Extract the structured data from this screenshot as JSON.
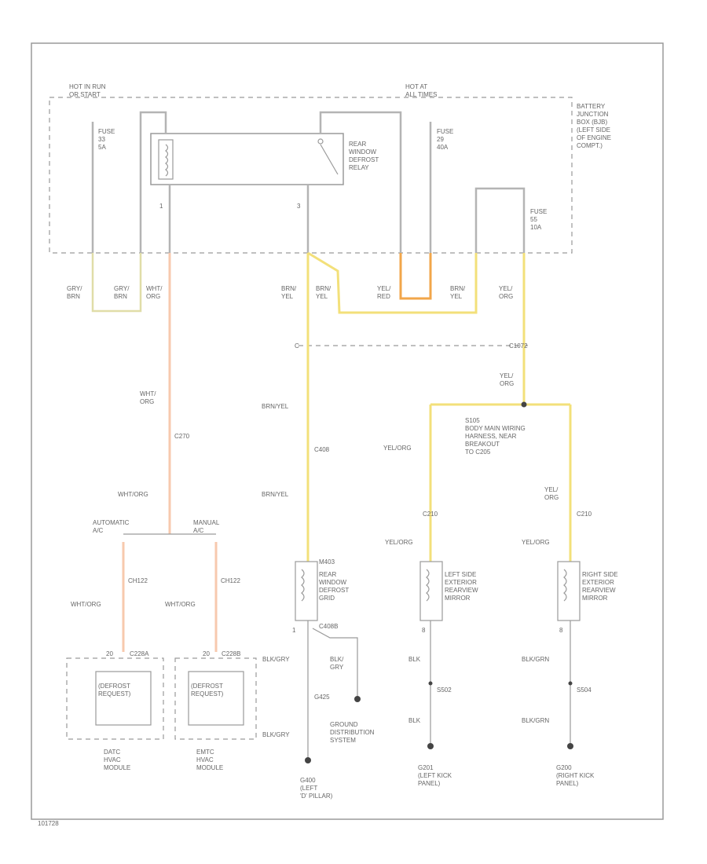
{
  "labels": {
    "hot_run_start": [
      "HOT IN RUN",
      "OR START"
    ],
    "hot_at_all_times": [
      "HOT AT",
      "ALL TIMES"
    ],
    "fuse_left": [
      "FUSE",
      "33",
      "5A"
    ],
    "fuse_mid": [
      "FUSE",
      "29",
      "40A"
    ],
    "fuse_right": [
      "FUSE",
      "55",
      "10A"
    ],
    "bjb": [
      "BATTERY",
      "JUNCTION",
      "BOX (BJB)",
      "(LEFT SIDE",
      "OF ENGINE",
      "COMPT.)"
    ],
    "relay": [
      "REAR",
      "WINDOW",
      "DEFROST",
      "RELAY"
    ],
    "relay_pin_left": "1",
    "relay_pin_bottom": "3",
    "w_gry_brn_1": [
      "GRY/",
      "BRN"
    ],
    "w_gry_brn_2": [
      "GRY/",
      "BRN"
    ],
    "w_wht_org_1": [
      "WHT/",
      "ORG"
    ],
    "w_brn_yel_1": [
      "BRN/",
      "YEL"
    ],
    "w_brn_yel_2": [
      "BRN/",
      "YEL"
    ],
    "w_yel_red": [
      "YEL/",
      "RED"
    ],
    "w_brn_yel_3": [
      "BRN/",
      "YEL"
    ],
    "w_yel_org_1": [
      "YEL/",
      "ORG"
    ],
    "conn_c_left": "C",
    "conn_c_right": "C1072",
    "w_wht_org_2": [
      "WHT/",
      "ORG"
    ],
    "w_yel_org_2": [
      "YEL/",
      "ORG"
    ],
    "s_c270": "C270",
    "w_brn_yel_4": "BRN/YEL",
    "s_c408": "C408",
    "splice_s105": [
      "S105",
      "BODY MAIN WIRING",
      "HARNESS, NEAR",
      "BREAKOUT",
      "TO C205"
    ],
    "w_yel_org_3": "YEL/ORG",
    "w_wht_org_3": "WHT/ORG",
    "w_brn_yel_5": "BRN/YEL",
    "w_yel_org_4": [
      "YEL/",
      "ORG"
    ],
    "automatic": [
      "AUTOMATIC",
      "A/C"
    ],
    "manual": [
      "MANUAL",
      "A/C"
    ],
    "c_210_left": "C210",
    "c_210_right": "C210",
    "w_yel_org_5": "YEL/ORG",
    "w_yel_org_6": "YEL/ORG",
    "c_m403": "M403",
    "rear_grid": [
      "REAR",
      "WINDOW",
      "DEFROST",
      "GRID"
    ],
    "left_mirror": [
      "LEFT SIDE",
      "EXTERIOR",
      "REARVIEW",
      "MIRROR"
    ],
    "right_mirror": [
      "RIGHT SIDE",
      "EXTERIOR",
      "REARVIEW",
      "MIRROR"
    ],
    "ch122_left": "CH122",
    "ch122_right": "CH122",
    "w_wht_org_4": "WHT/ORG",
    "w_wht_org_5": "WHT/ORG",
    "grid_pin": "1",
    "c_c408b": "C408B",
    "mirror_pin_left": "8",
    "mirror_pin_right": "8",
    "c_20_left": "20",
    "c_220a": "C228A",
    "c_20_right": "20",
    "c_220b": "C228B",
    "w_blk_gry_1": "BLK/GRY",
    "w_blk_gry_2": [
      "BLK/",
      "GRY"
    ],
    "w_blk_1": "BLK",
    "w_blk_grn_1": "BLK/GRN",
    "defrost_request_left": [
      "(DEFROST",
      "REQUEST)"
    ],
    "defrost_request_right": [
      "(DEFROST",
      "REQUEST)"
    ],
    "c_g425": "G425",
    "s_s502": "S502",
    "s_s504": "S504",
    "ground_dist": [
      "GROUND",
      "DISTRIBUTION",
      "SYSTEM"
    ],
    "w_blk_gry_3": "BLK/GRY",
    "w_blk_2": "BLK",
    "w_blk_grn_2": "BLK/GRN",
    "module_auto": [
      "DATC",
      "HVAC",
      "MODULE"
    ],
    "module_manual": [
      "EMTC",
      "HVAC",
      "MODULE"
    ],
    "g400": [
      "G400",
      "(LEFT",
      "'D' PILLAR)"
    ],
    "g201": [
      "G201",
      "(LEFT KICK",
      "PANEL)"
    ],
    "g200": [
      "G200",
      "(RIGHT KICK",
      "PANEL)"
    ],
    "footer_id": "101728"
  },
  "colors": {
    "wire_gray": "#b4b4b4",
    "wire_yellow": "#f3e07a",
    "wire_orange": "#f7c9ae",
    "wire_red": "#f2a64a",
    "outline": "#9a9a9a",
    "text": "#666666"
  }
}
